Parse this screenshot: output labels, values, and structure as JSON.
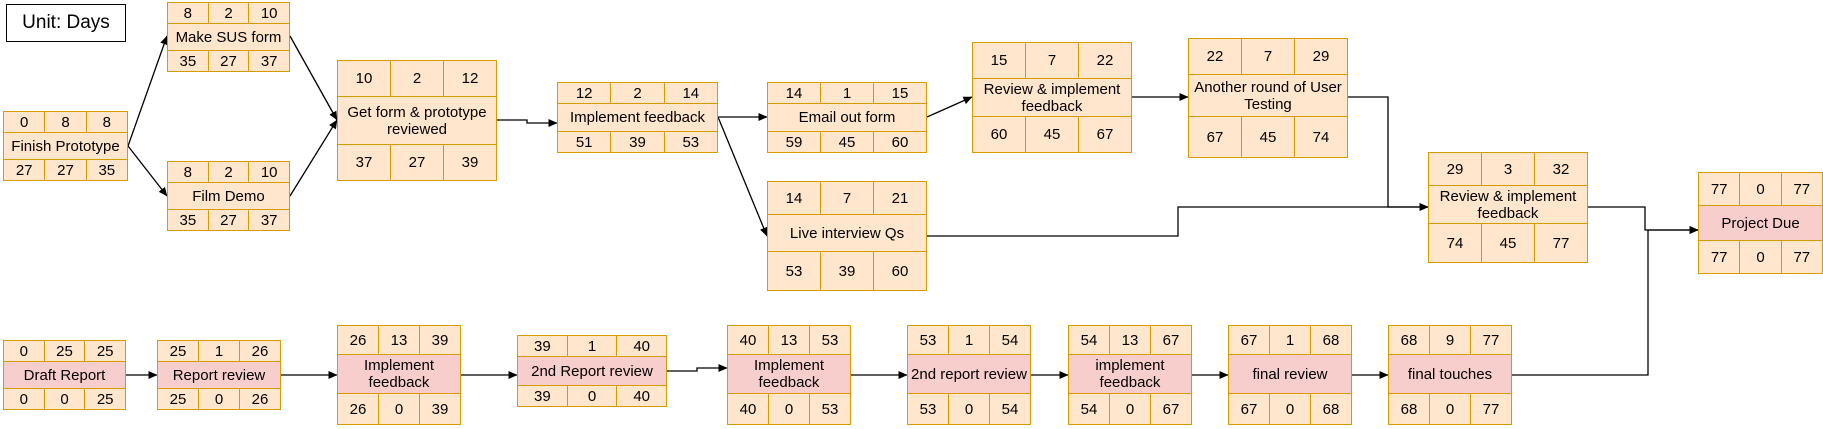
{
  "unit_label": "Unit: Days",
  "colors": {
    "task_fill": "#ffe6cc",
    "task_border": "#d79b00",
    "critical_fill": "#f8cecc",
    "arrow": "#000000"
  },
  "nodes": [
    {
      "id": "finish-prototype",
      "name": "Finish Prototype",
      "critical": false,
      "top": [
        "0",
        "8",
        "8"
      ],
      "bottom": [
        "27",
        "27",
        "35"
      ]
    },
    {
      "id": "make-sus-form",
      "name": "Make SUS form",
      "critical": false,
      "top": [
        "8",
        "2",
        "10"
      ],
      "bottom": [
        "35",
        "27",
        "37"
      ]
    },
    {
      "id": "film-demo",
      "name": "Film Demo",
      "critical": false,
      "top": [
        "8",
        "2",
        "10"
      ],
      "bottom": [
        "35",
        "27",
        "37"
      ]
    },
    {
      "id": "get-form-reviewed",
      "name": "Get form & prototype reviewed",
      "critical": false,
      "top": [
        "10",
        "2",
        "12"
      ],
      "bottom": [
        "37",
        "27",
        "39"
      ]
    },
    {
      "id": "implement-feedback-1",
      "name": "Implement feedback",
      "critical": false,
      "top": [
        "12",
        "2",
        "14"
      ],
      "bottom": [
        "51",
        "39",
        "53"
      ]
    },
    {
      "id": "email-out-form",
      "name": "Email out form",
      "critical": false,
      "top": [
        "14",
        "1",
        "15"
      ],
      "bottom": [
        "59",
        "45",
        "60"
      ]
    },
    {
      "id": "live-interview",
      "name": "Live interview Qs",
      "critical": false,
      "top": [
        "14",
        "7",
        "21"
      ],
      "bottom": [
        "53",
        "39",
        "60"
      ]
    },
    {
      "id": "review-implement-1",
      "name": "Review & implement feedback",
      "critical": false,
      "top": [
        "15",
        "7",
        "22"
      ],
      "bottom": [
        "60",
        "45",
        "67"
      ]
    },
    {
      "id": "another-round",
      "name": "Another round of User Testing",
      "critical": false,
      "top": [
        "22",
        "7",
        "29"
      ],
      "bottom": [
        "67",
        "45",
        "74"
      ]
    },
    {
      "id": "review-implement-2",
      "name": "Review & implement feedback",
      "critical": false,
      "top": [
        "29",
        "3",
        "32"
      ],
      "bottom": [
        "74",
        "45",
        "77"
      ]
    },
    {
      "id": "project-due",
      "name": "Project Due",
      "critical": true,
      "top": [
        "77",
        "0",
        "77"
      ],
      "bottom": [
        "77",
        "0",
        "77"
      ]
    },
    {
      "id": "draft-report",
      "name": "Draft Report",
      "critical": true,
      "top": [
        "0",
        "25",
        "25"
      ],
      "bottom": [
        "0",
        "0",
        "25"
      ]
    },
    {
      "id": "report-review",
      "name": "Report review",
      "critical": true,
      "top": [
        "25",
        "1",
        "26"
      ],
      "bottom": [
        "25",
        "0",
        "26"
      ]
    },
    {
      "id": "implement-feedback-2",
      "name": "Implement feedback",
      "critical": true,
      "top": [
        "26",
        "13",
        "39"
      ],
      "bottom": [
        "26",
        "0",
        "39"
      ]
    },
    {
      "id": "second-report-review-1",
      "name": "2nd Report review",
      "critical": true,
      "top": [
        "39",
        "1",
        "40"
      ],
      "bottom": [
        "39",
        "0",
        "40"
      ]
    },
    {
      "id": "implement-feedback-3",
      "name": "Implement feedback",
      "critical": true,
      "top": [
        "40",
        "13",
        "53"
      ],
      "bottom": [
        "40",
        "0",
        "53"
      ]
    },
    {
      "id": "second-report-review-2",
      "name": "2nd report review",
      "critical": true,
      "top": [
        "53",
        "1",
        "54"
      ],
      "bottom": [
        "53",
        "0",
        "54"
      ]
    },
    {
      "id": "implement-feedback-4",
      "name": "implement feedback",
      "critical": true,
      "top": [
        "54",
        "13",
        "67"
      ],
      "bottom": [
        "54",
        "0",
        "67"
      ]
    },
    {
      "id": "final-review",
      "name": "final review",
      "critical": true,
      "top": [
        "67",
        "1",
        "68"
      ],
      "bottom": [
        "67",
        "0",
        "68"
      ]
    },
    {
      "id": "final-touches",
      "name": "final touches",
      "critical": true,
      "top": [
        "68",
        "9",
        "77"
      ],
      "bottom": [
        "68",
        "0",
        "77"
      ]
    }
  ],
  "edges": [
    {
      "from": "finish-prototype",
      "to": "make-sus-form"
    },
    {
      "from": "finish-prototype",
      "to": "film-demo"
    },
    {
      "from": "make-sus-form",
      "to": "get-form-reviewed"
    },
    {
      "from": "film-demo",
      "to": "get-form-reviewed"
    },
    {
      "from": "get-form-reviewed",
      "to": "implement-feedback-1"
    },
    {
      "from": "implement-feedback-1",
      "to": "email-out-form"
    },
    {
      "from": "implement-feedback-1",
      "to": "live-interview"
    },
    {
      "from": "email-out-form",
      "to": "review-implement-1"
    },
    {
      "from": "review-implement-1",
      "to": "another-round"
    },
    {
      "from": "another-round",
      "to": "review-implement-2"
    },
    {
      "from": "live-interview",
      "to": "review-implement-2"
    },
    {
      "from": "review-implement-2",
      "to": "project-due"
    },
    {
      "from": "draft-report",
      "to": "report-review"
    },
    {
      "from": "report-review",
      "to": "implement-feedback-2"
    },
    {
      "from": "implement-feedback-2",
      "to": "second-report-review-1"
    },
    {
      "from": "second-report-review-1",
      "to": "implement-feedback-3"
    },
    {
      "from": "implement-feedback-3",
      "to": "second-report-review-2"
    },
    {
      "from": "second-report-review-2",
      "to": "implement-feedback-4"
    },
    {
      "from": "implement-feedback-4",
      "to": "final-review"
    },
    {
      "from": "final-review",
      "to": "final-touches"
    },
    {
      "from": "final-touches",
      "to": "project-due"
    }
  ]
}
